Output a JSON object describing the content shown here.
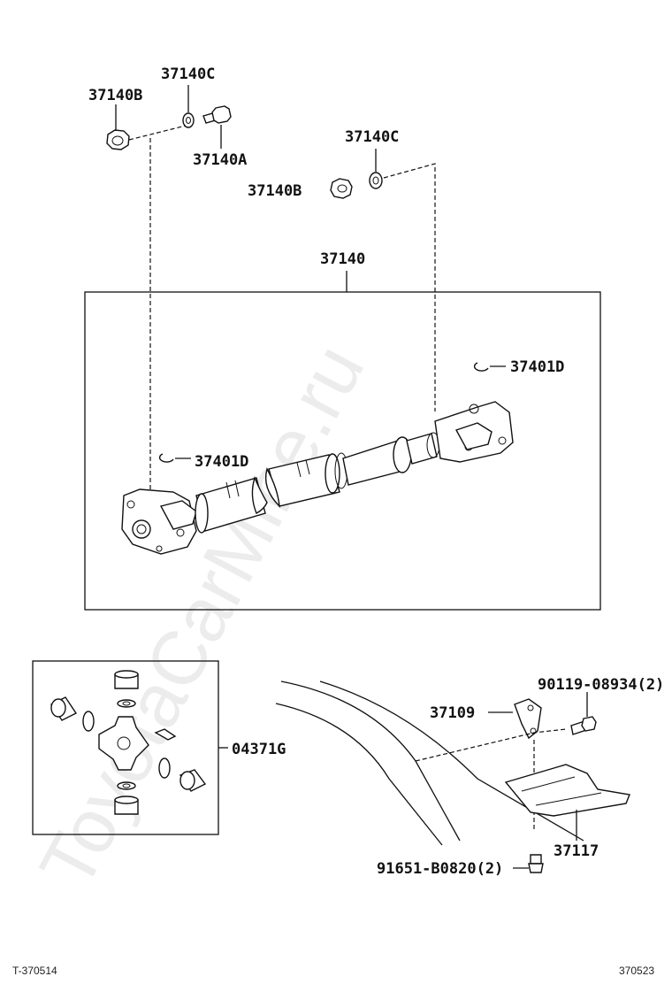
{
  "watermark": "ToyotaCarMine.ru",
  "labels": {
    "p37140C_top": "37140C",
    "p37140B_top": "37140B",
    "p37140A": "37140A",
    "p37140C_mid": "37140C",
    "p37140B_mid": "37140B",
    "p37140": "37140",
    "p37401D_right": "37401D",
    "p37401D_left": "37401D",
    "p04371G": "04371G",
    "p90119": "90119-08934(2)",
    "p37109": "37109",
    "p37117": "37117",
    "p91651": "91651-B0820(2)"
  },
  "footer": {
    "left": "T-370514",
    "right": "370523"
  }
}
